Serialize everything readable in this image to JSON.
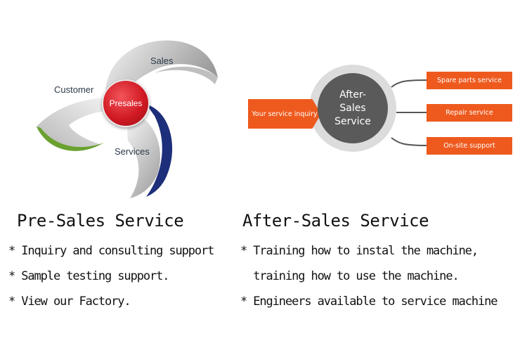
{
  "presales_diagram": {
    "center": "Presales",
    "labels": {
      "sales": "Sales",
      "customer": "Customer",
      "services": "Services"
    }
  },
  "aftersales_diagram": {
    "hub": "After-\nSales\nService",
    "input": "Your service inquiry",
    "outputs": [
      "Spare parts service",
      "Repair service",
      "On-site support"
    ]
  },
  "presales": {
    "heading": "Pre-Sales Service",
    "bullets": [
      "* Inquiry and consulting support",
      "* Sample testing support.",
      "* View our Factory."
    ]
  },
  "aftersales": {
    "heading": "After-Sales Service",
    "bullets": [
      "* Training how to instal the machine,",
      "  training how to use the machine.",
      "* Engineers available to service machine"
    ]
  },
  "colors": {
    "orange": "#ee5a1e",
    "red": "#d11a24",
    "hub": "#5a5a5a",
    "ring": "#dcdcdc",
    "green": "#6aa12f",
    "navy": "#1d2f7a"
  }
}
